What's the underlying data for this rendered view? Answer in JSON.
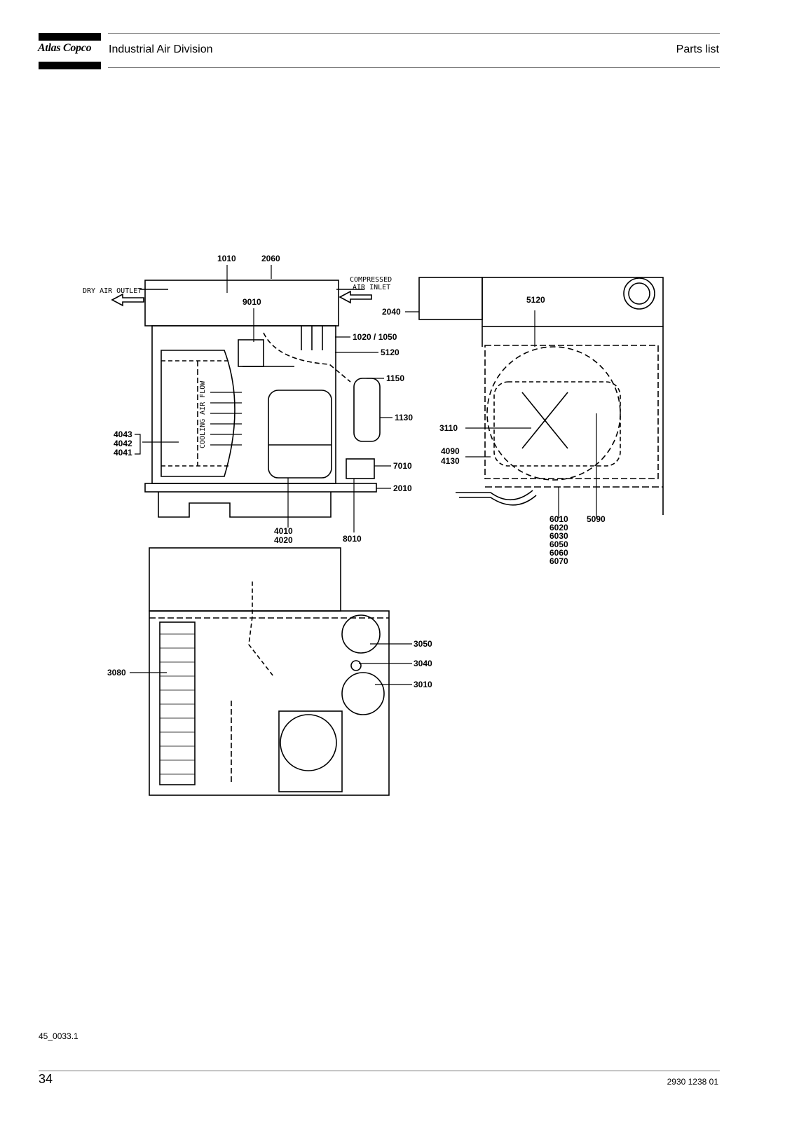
{
  "header": {
    "brand": "Atlas Copco",
    "division": "Industrial Air Division",
    "section": "Parts list"
  },
  "drawing": {
    "notes": {
      "dry_air_outlet": "DRY AIR OUTLET",
      "compressed": "COMPRESSED",
      "air_inlet": "AIR INLET",
      "cooling_air_flow": "COOLING AIR FLOW"
    },
    "labels": {
      "p1010": "1010",
      "p2060": "2060",
      "p9010": "9010",
      "p2040": "2040",
      "p1020_1050": "1020 / 1050",
      "p5120a": "5120",
      "p1150": "1150",
      "p1130": "1130",
      "p7010": "7010",
      "p2010": "2010",
      "p4043": "4043",
      "p4042": "4042",
      "p4041": "4041",
      "p4010": "4010",
      "p4020": "4020",
      "p8010": "8010",
      "p5120b": "5120",
      "p3110": "3110",
      "p4090": "4090",
      "p4130": "4130",
      "p6010": "6010",
      "p6020": "6020",
      "p6030": "6030",
      "p6050": "6050",
      "p6060": "6060",
      "p6070": "6070",
      "p5090": "5090",
      "p3050": "3050",
      "p3040": "3040",
      "p3010": "3010",
      "p3080": "3080"
    }
  },
  "footer": {
    "figure_code": "45_0033.1",
    "page_number": "34",
    "document_number": "2930 1238 01"
  }
}
